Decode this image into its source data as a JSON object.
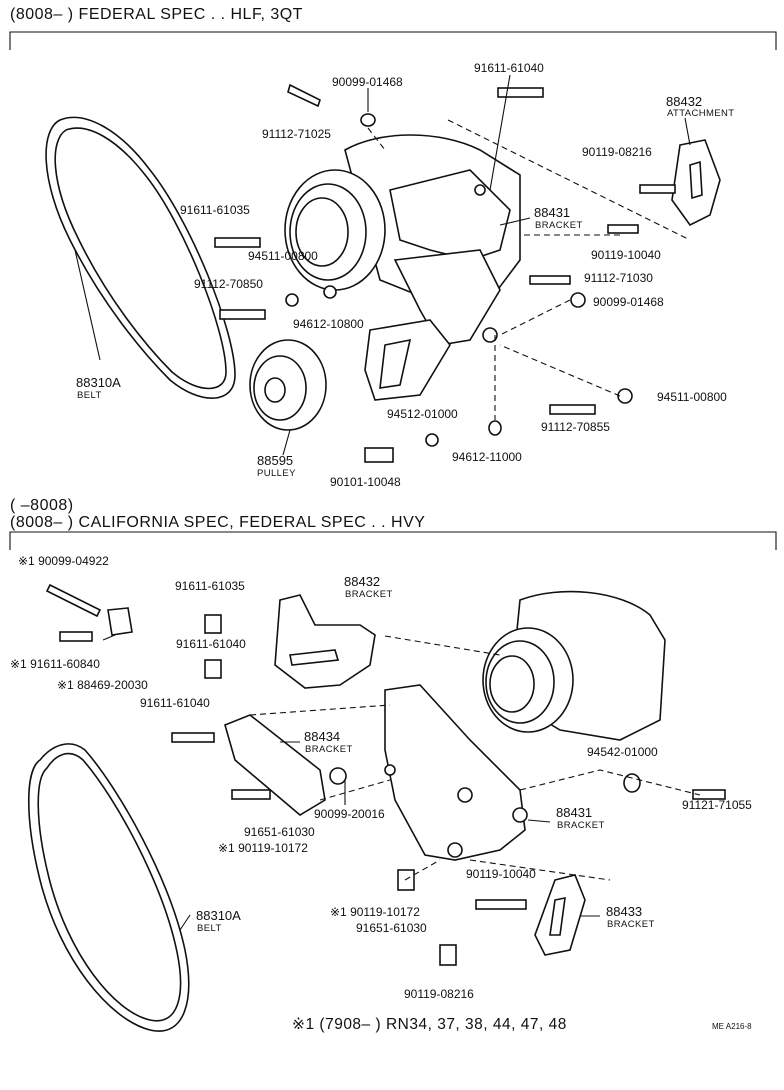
{
  "section1": {
    "header": "(8008–        ) FEDERAL SPEC . . HLF, 3QT",
    "parts": {
      "p90099_01468_a": "90099-01468",
      "p91611_61040": "91611-61040",
      "p88432_attach": "88432",
      "p88432_attach_sub": "ATTACHMENT",
      "p91112_71025": "91112-71025",
      "p90119_08216": "90119-08216",
      "p91611_61035": "91611-61035",
      "p88431": "88431",
      "p88431_sub": "BRACKET",
      "p90119_10040": "90119-10040",
      "p94511_00800_a": "94511-00800",
      "p91112_70850": "91112-70850",
      "p91112_71030": "91112-71030",
      "p90099_01468_b": "90099-01468",
      "p94612_10800": "94612-10800",
      "p88310a": "88310A",
      "p88310a_sub": "BELT",
      "p94511_00800_b": "94511-00800",
      "p94512_01000": "94512-01000",
      "p91112_70855": "91112-70855",
      "p88595": "88595",
      "p88595_sub": "PULLEY",
      "p94612_11000": "94612-11000",
      "p90101_10048": "90101-10048"
    }
  },
  "section2": {
    "header_line1": "(        –8008)",
    "header_line2": "(8008–        ) CALIFORNIA SPEC, FEDERAL SPEC . . HVY",
    "parts": {
      "p90099_04922": "※1 90099-04922",
      "p91611_61035": "91611-61035",
      "p88432": "88432",
      "p88432_sub": "BRACKET",
      "p91611_61040_a": "91611-61040",
      "p91611_60840": "※1 91611-60840",
      "p88469_20030": "※1 88469-20030",
      "p91611_61040_b": "91611-61040",
      "p88434": "88434",
      "p88434_sub": "BRACKET",
      "p94542_01000": "94542-01000",
      "p91121_71055": "91121-71055",
      "p90099_20016": "90099-20016",
      "p91651_61030_a": "91651-61030",
      "p90119_10172_a": "※1 90119-10172",
      "p88431": "88431",
      "p88431_sub": "BRACKET",
      "p90119_10040": "90119-10040",
      "p88310a": "88310A",
      "p88310a_sub": "BELT",
      "p90119_10172_b": "※1 90119-10172",
      "p91651_61030_b": "91651-61030",
      "p88433": "88433",
      "p88433_sub": "BRACKET",
      "p90119_08216": "90119-08216"
    }
  },
  "footnote": "※1 (7908–        ) RN34, 37, 38, 44, 47, 48",
  "drawing_code": "ME A216-8"
}
